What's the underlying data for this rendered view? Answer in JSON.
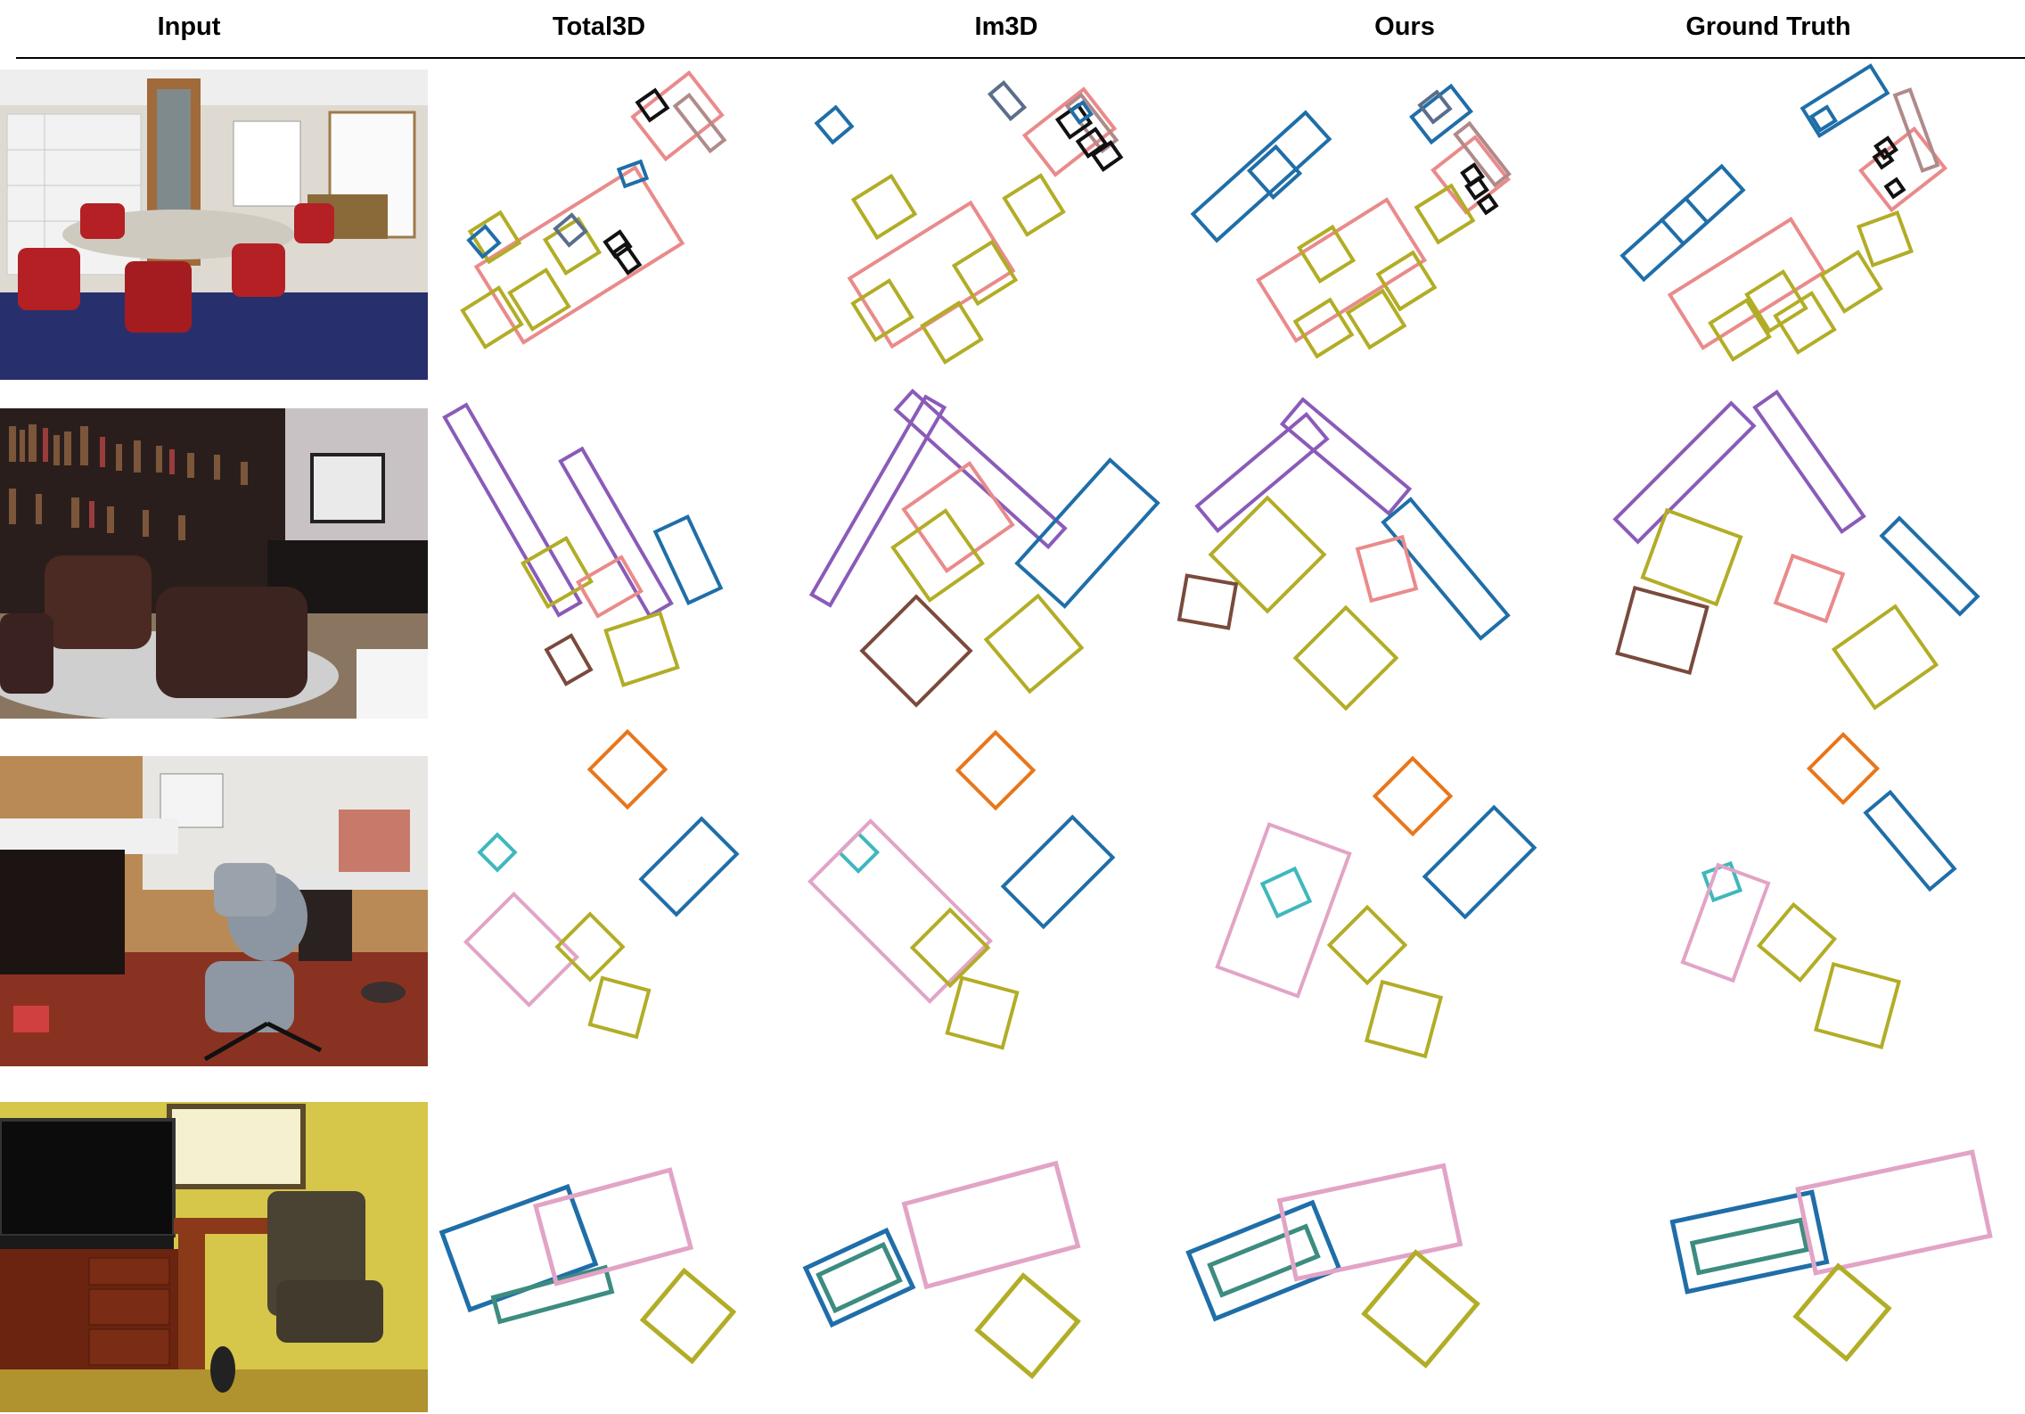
{
  "headers": [
    "Input",
    "Total3D",
    "Im3D",
    "Ours",
    "Ground Truth"
  ],
  "palette": {
    "blue": "#1f6ea8",
    "salmon": "#ea8a8a",
    "olive": "#b2ad26",
    "black": "#111111",
    "slate": "#5a6e8c",
    "mauve": "#b08a8a",
    "purple": "#8a5bb8",
    "brown": "#7a4a3c",
    "orange": "#e8761a",
    "cyan": "#3fb8bd",
    "pink": "#e2a4c6",
    "teal": "#3d8c80"
  },
  "input_images": [
    {
      "scene": "office conference room with red chairs and filing cabinets"
    },
    {
      "scene": "library room with leather armchairs and bookshelves"
    },
    {
      "scene": "office with desk and gray swivel chairs"
    },
    {
      "scene": "hotel room with TV, dresser, desk and chair"
    }
  ]
}
